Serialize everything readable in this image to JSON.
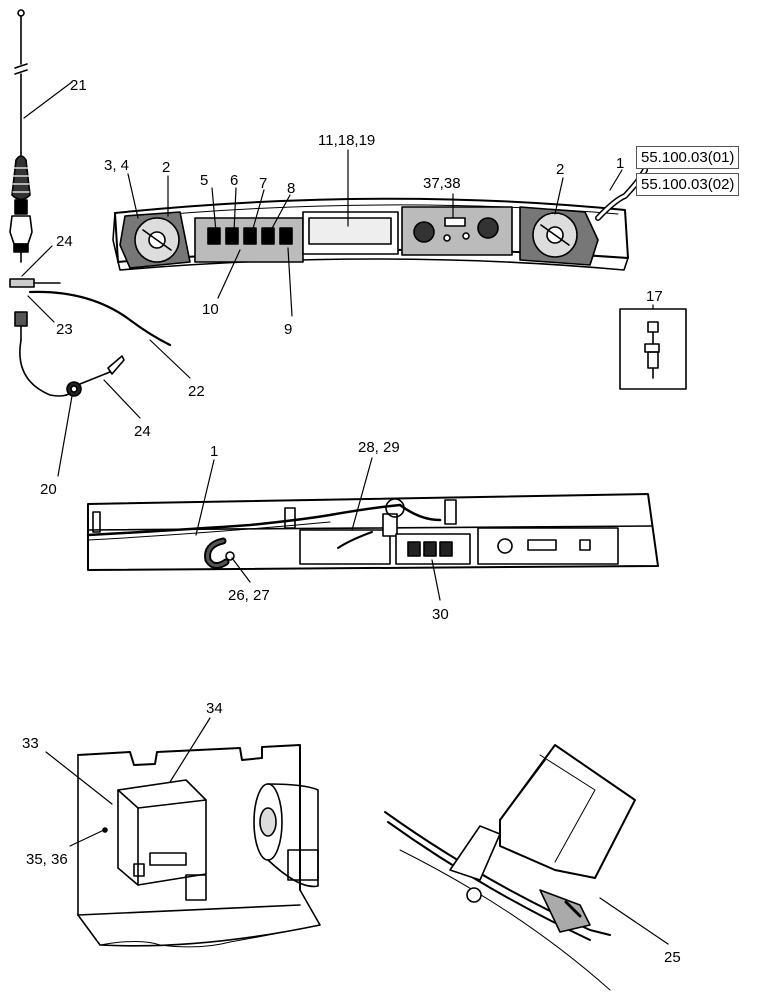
{
  "references": [
    "55.100.03(01)",
    "55.100.03(02)"
  ],
  "callouts": {
    "c21": "21",
    "c34": "3, 4",
    "c2a": "2",
    "c2b": "2",
    "c1a": "1",
    "c1b": "1",
    "c5": "5",
    "c6": "6",
    "c7": "7",
    "c8": "8",
    "c9": "9",
    "c10": "10",
    "c111819": "11,18,19",
    "c3738": "37,38",
    "c17": "17",
    "c24a": "24",
    "c24b": "24",
    "c23": "23",
    "c22": "22",
    "c20": "20",
    "c2829": "28, 29",
    "c2627": "26, 27",
    "c30": "30",
    "c34b": "34",
    "c33": "33",
    "c3536": "35, 36",
    "c25": "25"
  }
}
